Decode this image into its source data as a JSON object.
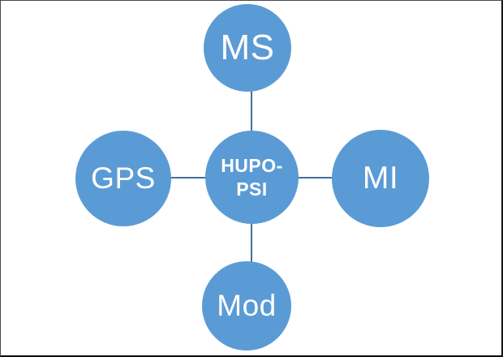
{
  "diagram": {
    "type": "radial",
    "center": {
      "id": "hupo-psi",
      "label": "HUPO-PSI",
      "label_line1": "HUPO-",
      "label_line2": "PSI"
    },
    "nodes": [
      {
        "id": "ms",
        "label": "MS",
        "position": "top"
      },
      {
        "id": "mi",
        "label": "MI",
        "position": "right"
      },
      {
        "id": "mod",
        "label": "Mod",
        "position": "bottom"
      },
      {
        "id": "gps",
        "label": "GPS",
        "position": "left"
      }
    ],
    "connections": [
      [
        "hupo-psi",
        "ms"
      ],
      [
        "hupo-psi",
        "mi"
      ],
      [
        "hupo-psi",
        "mod"
      ],
      [
        "hupo-psi",
        "gps"
      ]
    ],
    "colors": {
      "node_fill": "#5B9BD5",
      "node_text": "#FFFFFF",
      "connector": "#41719C",
      "background": "#FFFFFF",
      "frame_border": "#1A1A1A"
    }
  }
}
